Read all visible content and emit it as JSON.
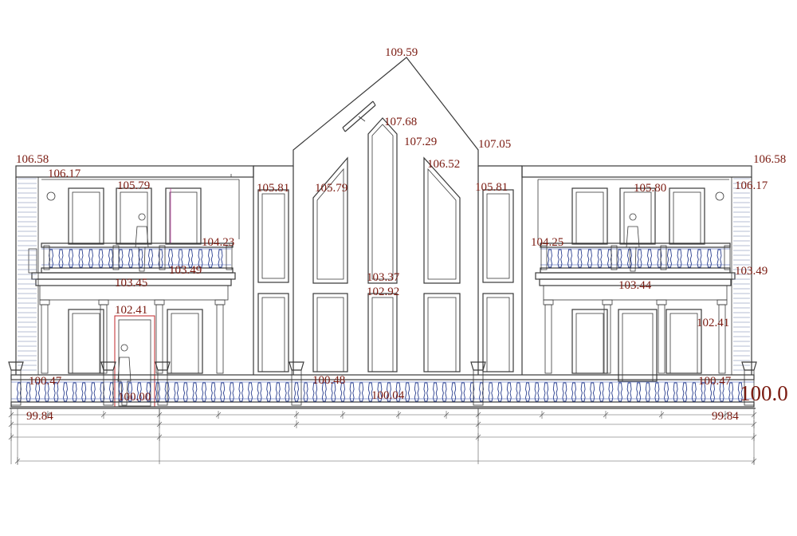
{
  "labels": {
    "peak": "109.59",
    "ridge_inner": "107.68",
    "mid_window_top": "107.29",
    "gable_eave": "107.05",
    "side_window_top": "106.52",
    "left_cornice": "106.58",
    "right_cornice": "106.58",
    "left_parapet": "106.17",
    "right_parapet": "106.17",
    "left_win_top": "105.79",
    "right_win_top": "105.80",
    "left_center_win": "105.81",
    "center_left_win": "105.79",
    "right_center_win": "105.81",
    "left_rail": "104.23",
    "right_rail": "104.25",
    "left_balcony_floor": "103.49",
    "right_balcony_floor": "103.49",
    "left_slab": "103.45",
    "right_slab": "103.44",
    "center_sill_top": "103.37",
    "center_sill": "102.92",
    "door_top": "102.41",
    "right_lintel": "102.41",
    "left_terrace": "100.47",
    "center_terrace": "100.48",
    "right_terrace": "100.47",
    "door_floor": "100.00",
    "center_floor": "100.04",
    "ground_big": "100.0",
    "left_ground": "99.84",
    "right_ground": "99.84"
  }
}
